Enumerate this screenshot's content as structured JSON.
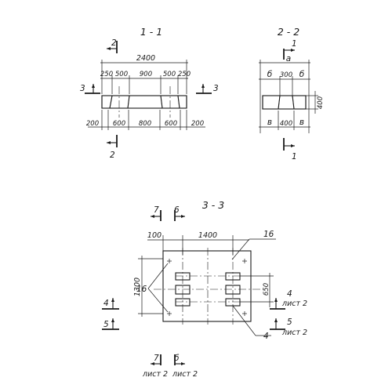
{
  "section_1_1": {
    "title": "1 - 1",
    "overall": "2400",
    "top_dims": [
      "250",
      "500",
      "900",
      "500",
      "250"
    ],
    "bottom_dims": [
      "200",
      "600",
      "800",
      "600",
      "200"
    ],
    "cut_left": "3",
    "cut_right": "3",
    "cut_top": "2",
    "cut_bottom": "2"
  },
  "section_2_2": {
    "title": "2 - 2",
    "top_a": "a",
    "top_dims": [
      "б",
      "300",
      "б"
    ],
    "bottom_dims": [
      "в",
      "400",
      "в"
    ],
    "height": "400",
    "cut_top": "1",
    "cut_bottom": "1"
  },
  "section_3_3": {
    "title": "3 - 3",
    "cut_7": "7",
    "cut_6": "6",
    "dim_100": "100",
    "dim_1400": "1400",
    "dim_1300": "1300",
    "dim_650": "650",
    "tag_16_top": "16",
    "tag_16_left": "16",
    "tag_4_bottom": "4",
    "cut_4": "4",
    "cut_4_ref": "лист 2",
    "cut_5_left": "5",
    "cut_5_right": "5",
    "cut_5_ref": "лист 2",
    "bottom_7": "7",
    "bottom_6": "б",
    "bottom_7_ref": "лист 2",
    "bottom_6_ref": "лист 2"
  }
}
